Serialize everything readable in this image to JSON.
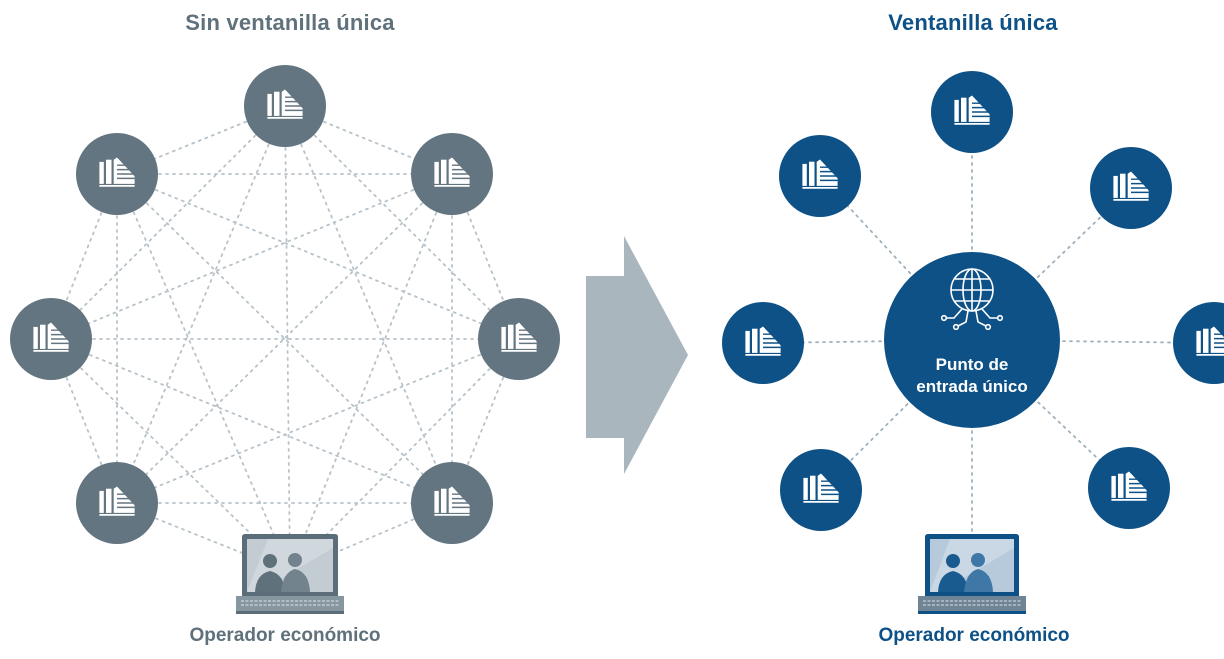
{
  "left_panel": {
    "title": "Sin ventanilla única",
    "caption": "Operador económico",
    "node_icon": "building-icon",
    "operator_icon": "laptop-users-icon",
    "node_color": "#637580"
  },
  "arrow": {
    "icon": "arrow-right-icon",
    "color": "#a9b6be"
  },
  "right_panel": {
    "title": "Ventanilla única",
    "caption": "Operador económico",
    "node_icon": "building-icon",
    "operator_icon": "laptop-users-icon",
    "node_color": "#0d5187",
    "hub": {
      "icon": "globe-circuit-icon",
      "line1": "Punto de",
      "line2": "entrada único"
    }
  }
}
